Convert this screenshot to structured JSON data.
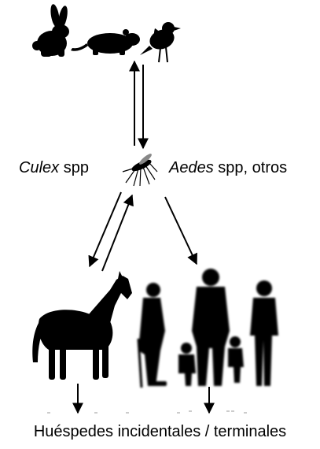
{
  "labels": {
    "culex_genus": "Culex",
    "culex_suffix": " spp",
    "aedes_genus": "Aedes",
    "aedes_suffix": " spp, otros"
  },
  "caption": "Huéspedes incidentales / terminales",
  "colors": {
    "silhouette": "#000000",
    "arrow": "#000000",
    "background": "#ffffff"
  }
}
